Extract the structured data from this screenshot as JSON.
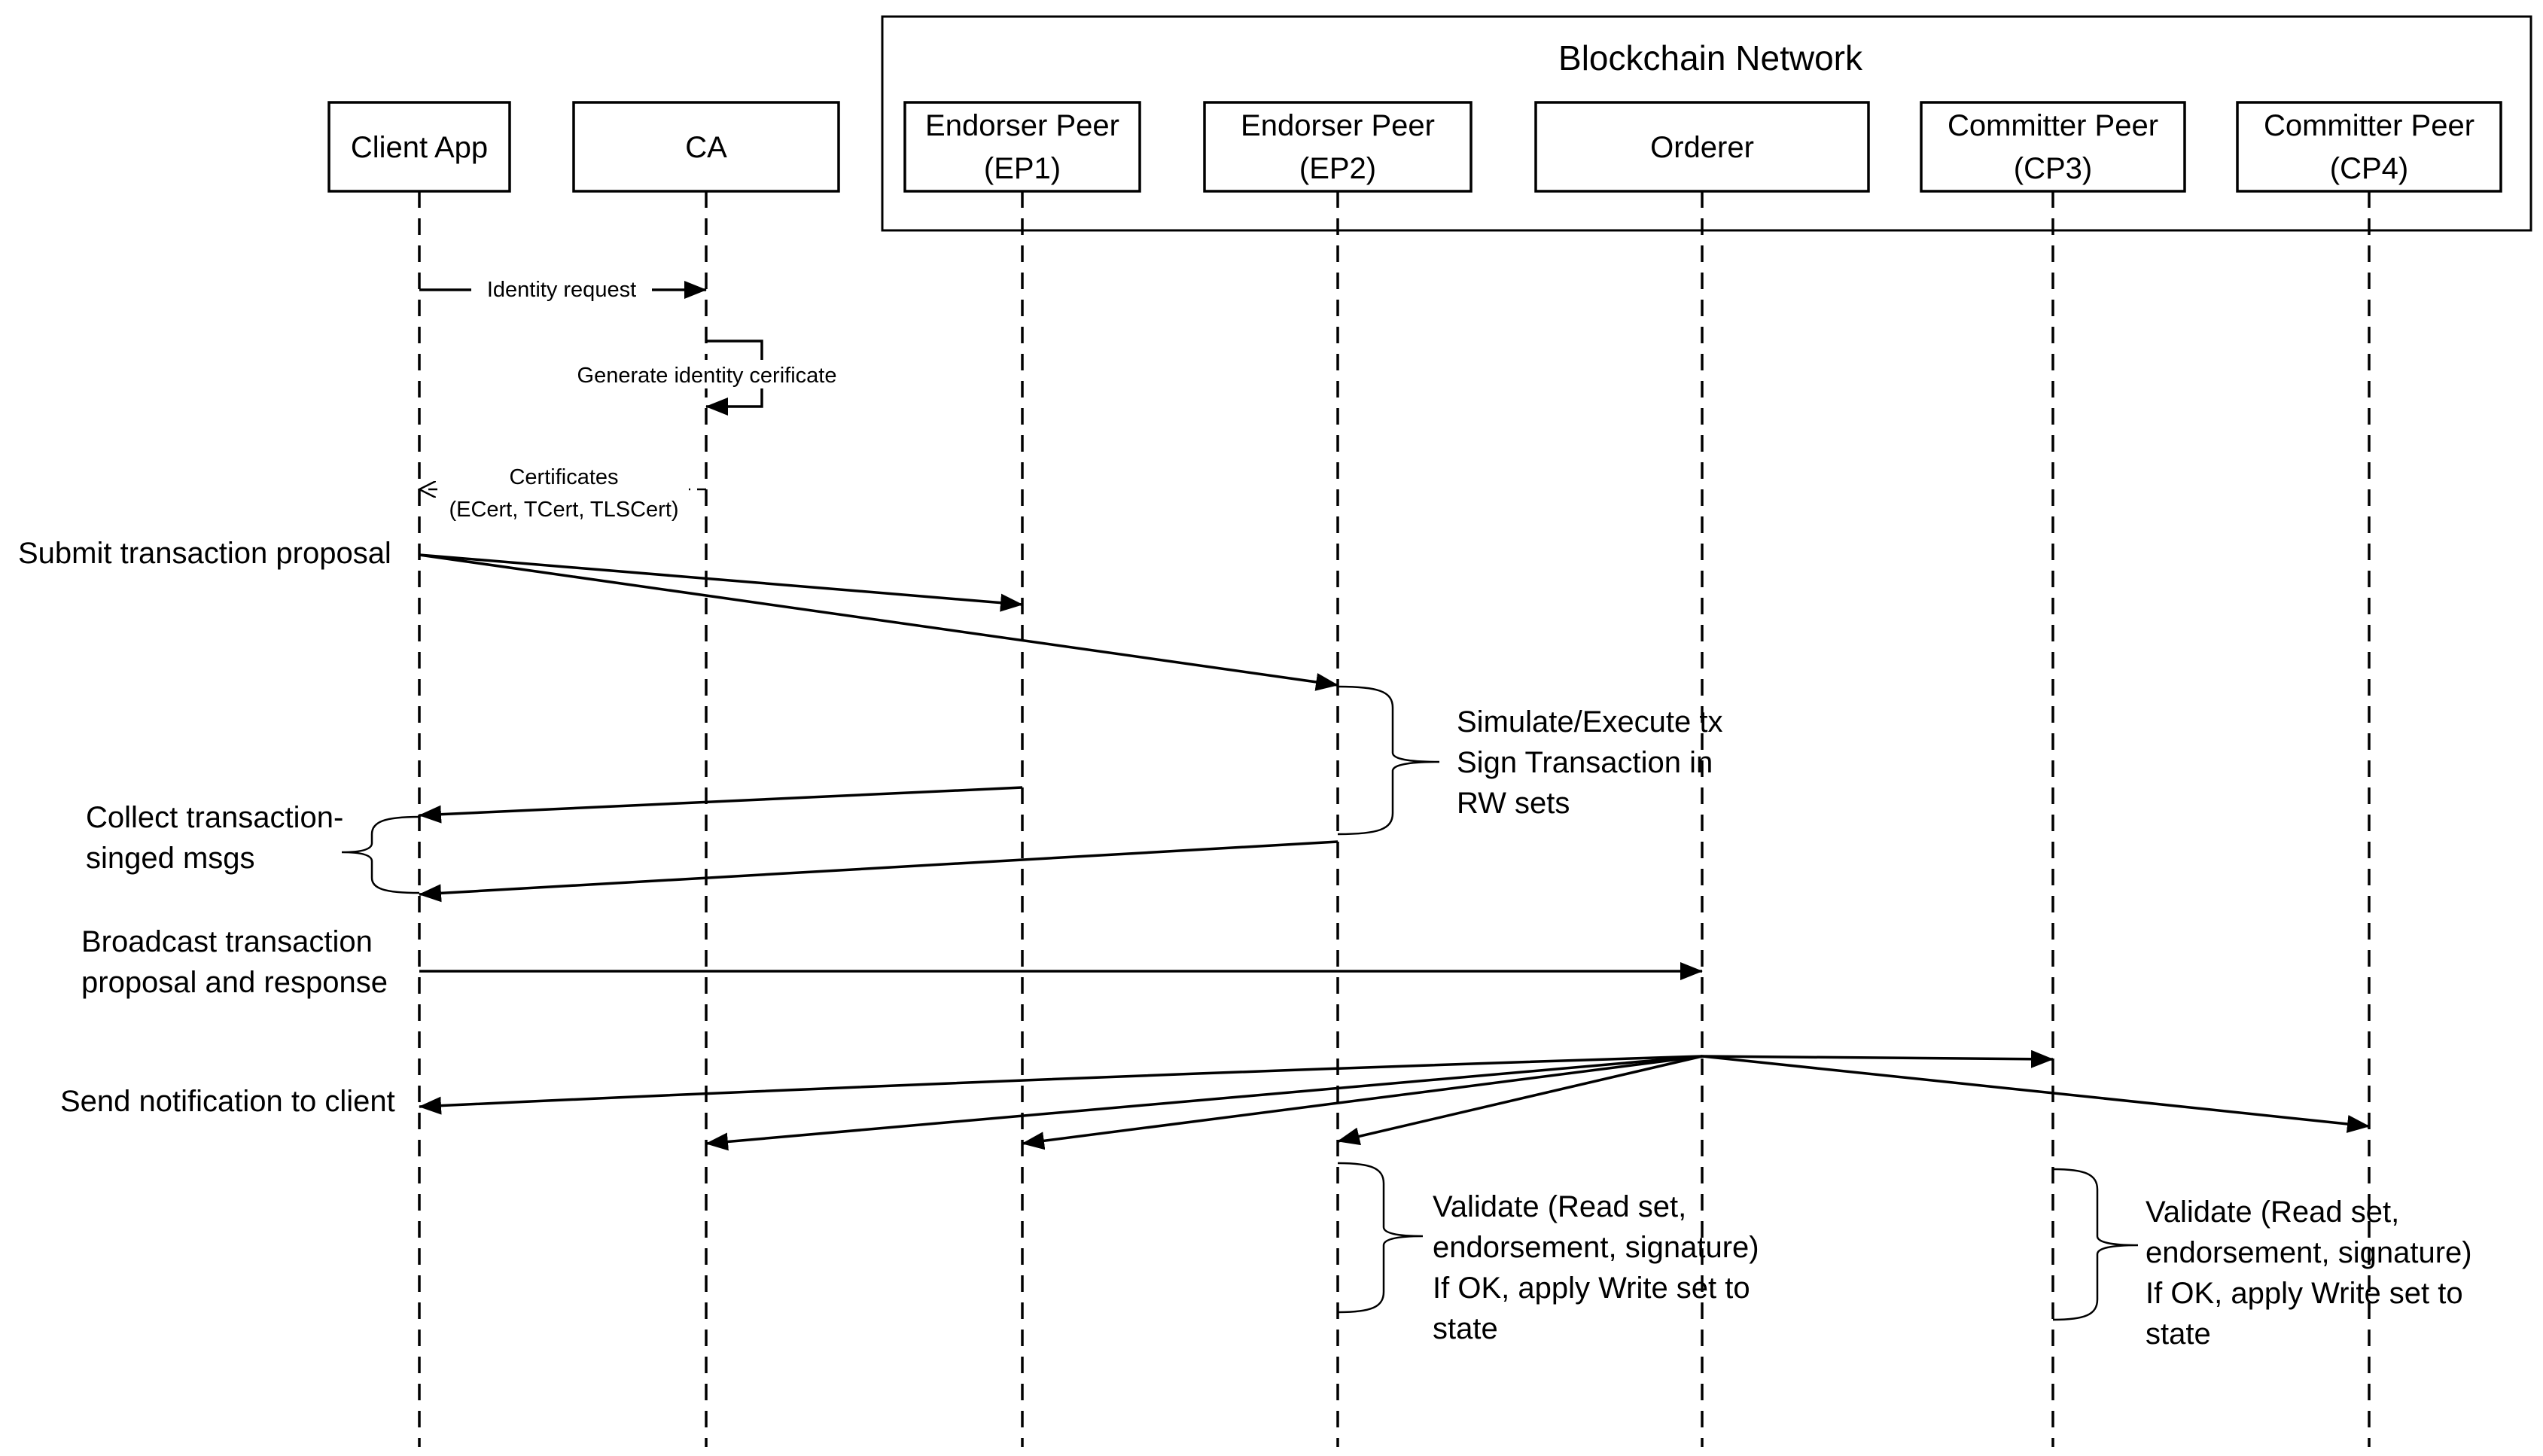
{
  "network": {
    "title": "Blockchain Network"
  },
  "participants": [
    {
      "id": "client",
      "lines": [
        "Client App"
      ]
    },
    {
      "id": "ca",
      "lines": [
        "CA"
      ]
    },
    {
      "id": "ep1",
      "lines": [
        "Endorser Peer",
        "(EP1)"
      ]
    },
    {
      "id": "ep2",
      "lines": [
        "Endorser Peer",
        "(EP2)"
      ]
    },
    {
      "id": "orderer",
      "lines": [
        "Orderer"
      ]
    },
    {
      "id": "cp3",
      "lines": [
        "Committer Peer",
        "(CP3)"
      ]
    },
    {
      "id": "cp4",
      "lines": [
        "Committer Peer",
        "(CP4)"
      ]
    }
  ],
  "messages": {
    "identity_request": "Identity request",
    "generate_certificate": "Generate identity cerificate",
    "certificates": [
      "Certificates",
      "(ECert, TCert, TLSCert)"
    ]
  },
  "left_labels": {
    "submit": [
      "Submit transaction proposal"
    ],
    "collect": [
      "Collect transaction-",
      "singed msgs"
    ],
    "broadcast": [
      "Broadcast transaction",
      "proposal and response"
    ],
    "notify": [
      "Send notification to client"
    ]
  },
  "notes": {
    "simulate": [
      "Simulate/Execute tx",
      "Sign Transaction in",
      "RW sets"
    ],
    "validate_ep2": [
      "Validate (Read set,",
      "endorsement, signature)",
      "If OK, apply Write set to",
      "state"
    ],
    "validate_cp4": [
      "Validate (Read set,",
      "endorsement, signature)",
      "If OK, apply Write set to",
      "state"
    ]
  }
}
